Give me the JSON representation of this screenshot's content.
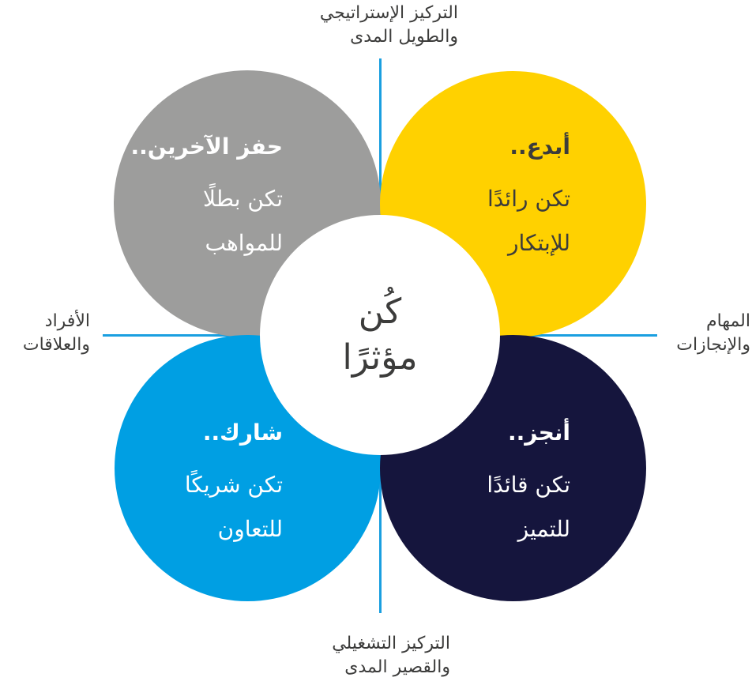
{
  "axes": {
    "top": [
      "التركيز الإستراتيجي",
      "والطويل المدى"
    ],
    "bottom": [
      "التركيز التشغيلي",
      "والقصير المدى"
    ],
    "left": [
      "الأفراد",
      "والعلاقات"
    ],
    "right": [
      "المهام",
      "والإنجازات"
    ]
  },
  "center": [
    "كُن",
    "مؤثرًا"
  ],
  "quadrants": {
    "top_left": {
      "title": "حفز الآخرين..",
      "line1": "تكن بطلًا",
      "line2": "للمواهب",
      "color": "#9d9d9c"
    },
    "top_right": {
      "title": "أبدع..",
      "line1": "تكن رائدًا",
      "line2": "للإبتكار",
      "color": "#ffd100"
    },
    "bottom_left": {
      "title": "شارك..",
      "line1": "تكن شريكًا",
      "line2": "للتعاون",
      "color": "#009fe3"
    },
    "bottom_right": {
      "title": "أنجز..",
      "line1": "تكن قائدًا",
      "line2": "للتميز",
      "color": "#15153d"
    }
  },
  "colors": {
    "axis_line": "#1a9fe0"
  }
}
